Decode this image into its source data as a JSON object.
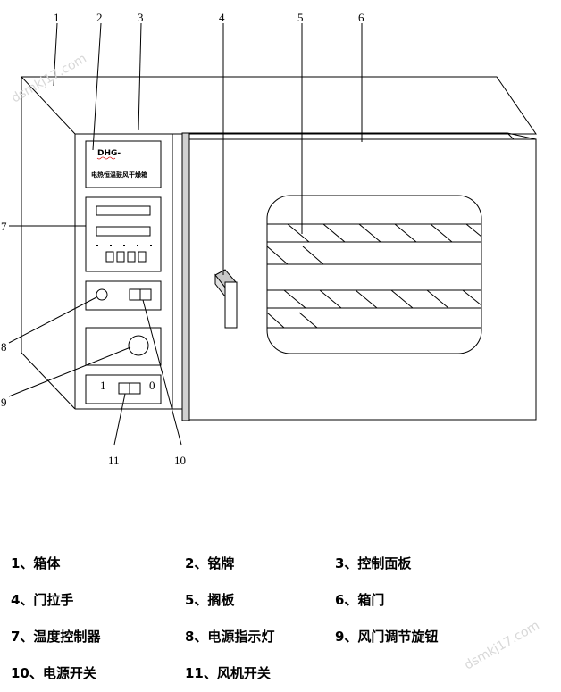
{
  "callouts": [
    "1",
    "2",
    "3",
    "4",
    "5",
    "6",
    "7",
    "8",
    "9",
    "10",
    "11"
  ],
  "nameplate": {
    "model": "DHG-",
    "name": "电热恒温鼓风干燥箱"
  },
  "switch_labels": {
    "on": "1",
    "off": "0"
  },
  "legend": [
    "1、箱体",
    "2、铭牌",
    "3、控制面板",
    "4、门拉手",
    "5、搁板",
    "6、箱门",
    "7、温度控制器",
    "8、电源指示灯",
    "9、风门调节旋钮",
    "10、电源开关",
    "11、风机开关"
  ],
  "watermarks": [
    "dsmkj17.com",
    "dsmkj17.com"
  ]
}
